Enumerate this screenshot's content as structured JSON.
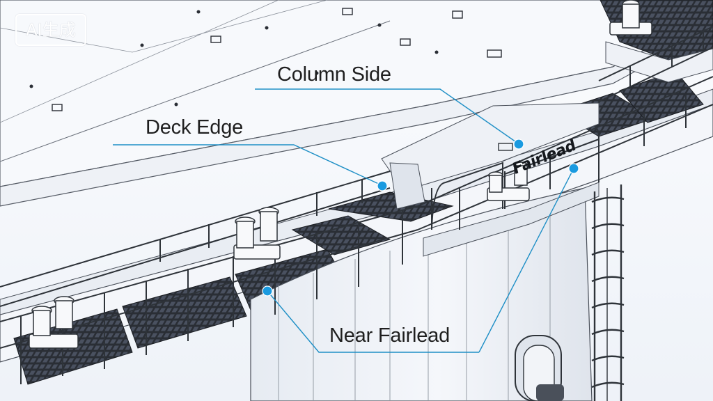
{
  "watermark": {
    "text": "AI生成"
  },
  "labels": {
    "column_side": "Column Side",
    "deck_edge": "Deck Edge",
    "near_fairlead": "Near Fairlead"
  },
  "equipment_marking": "Fairlead",
  "colors": {
    "callout": "#1e8fc6",
    "marker": "#1a9ae0",
    "grating": "#262a30",
    "steel": "#3a3f47"
  }
}
